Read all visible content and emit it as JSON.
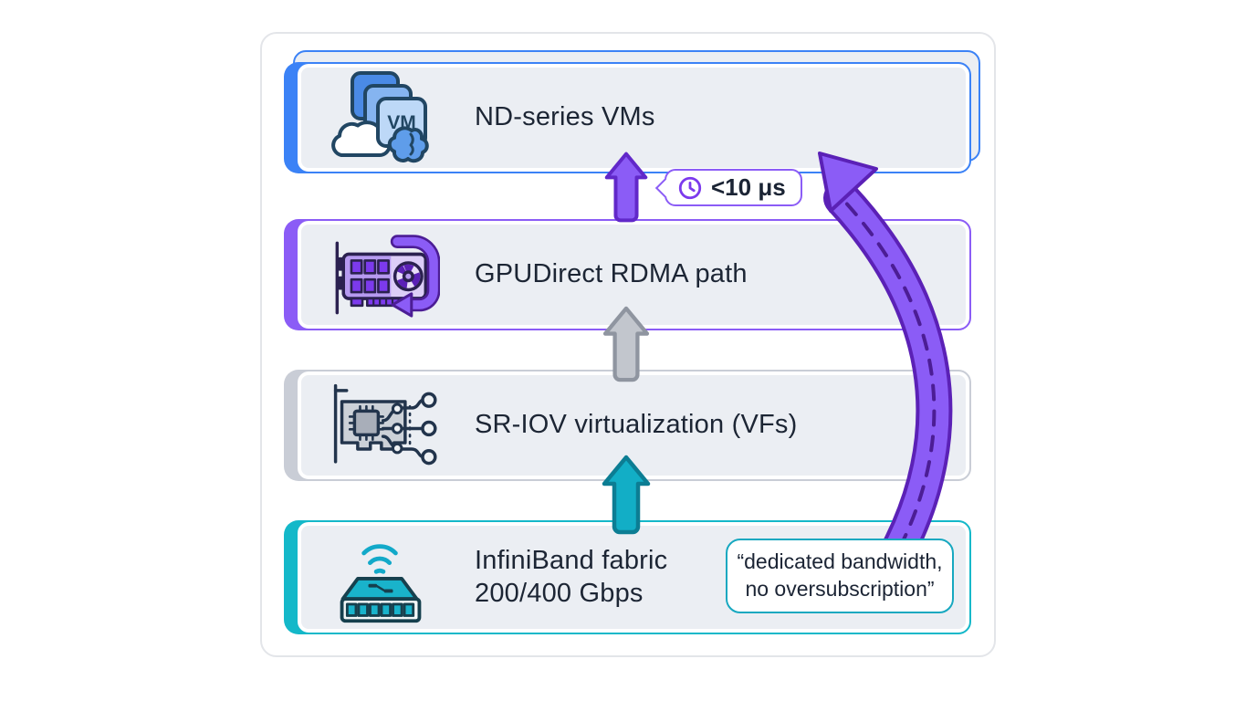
{
  "diagram": {
    "type": "stack-architecture",
    "background": "#ffffff",
    "panel_border": "#e3e5e9"
  },
  "colors": {
    "nd_accent": "#3b82f6",
    "gpudirect_accent": "#8b5cf6",
    "sriov_accent": "#c9cdd6",
    "infiniband_accent": "#14b8c9",
    "card_fill": "#ebeef3",
    "text": "#1c2534",
    "purple_arrow": "#8b5cf6",
    "gray_arrow": "#c2c6cd",
    "teal_arrow": "#12aec6",
    "curved_arrow_fill": "#8b5cf6",
    "curved_arrow_outline": "#5b21b6"
  },
  "layers": [
    {
      "label": "ND-series VMs",
      "accent": "#3b82f6",
      "icon": "vm-cloud-brain-icon",
      "icon_text": "VM"
    },
    {
      "label": "GPUDirect RDMA path",
      "accent": "#8b5cf6",
      "icon": "gpu-card-loop-icon"
    },
    {
      "label": "SR-IOV virtualization (VFs)",
      "accent": "#c9cdd6",
      "icon": "nic-virtual-functions-icon"
    },
    {
      "label_line1": "InfiniBand fabric",
      "label_line2": "200/400 Gbps",
      "accent": "#14b8c9",
      "icon": "infiniband-switch-icon"
    }
  ],
  "latency_badge": {
    "label": "<10 μs",
    "icon": "clock-icon"
  },
  "bandwidth_callout": {
    "line1": "“dedicated bandwidth,",
    "line2": "no oversubscription”"
  }
}
